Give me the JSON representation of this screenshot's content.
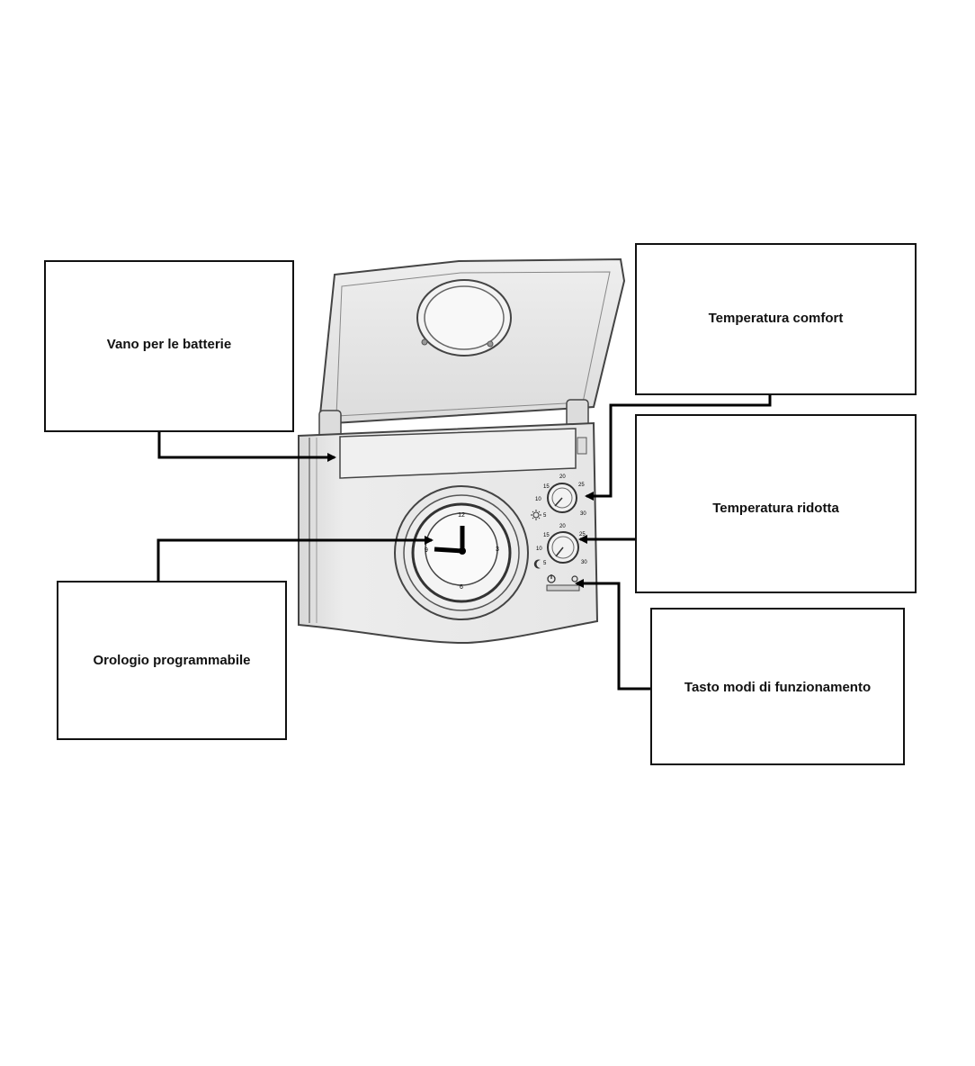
{
  "labels": {
    "battery_compartment": "Vano per le batterie",
    "comfort_temperature": "Temperatura comfort",
    "reduced_temperature": "Temperatura ridotta",
    "programmable_clock": "Orologio programmabile",
    "mode_button": "Tasto modi di funzionamento"
  },
  "device": {
    "clock_numbers": [
      "12",
      "3",
      "6",
      "9"
    ],
    "comfort_dial_scale": [
      "15",
      "20",
      "25",
      "10",
      "30",
      "5"
    ],
    "reduced_dial_scale": [
      "15",
      "20",
      "25",
      "10",
      "30",
      "5"
    ]
  },
  "colors": {
    "line": "#000000",
    "device_fill": "#e9e9e9",
    "device_stroke": "#555555",
    "lid_fill": "#e4e4e4"
  }
}
